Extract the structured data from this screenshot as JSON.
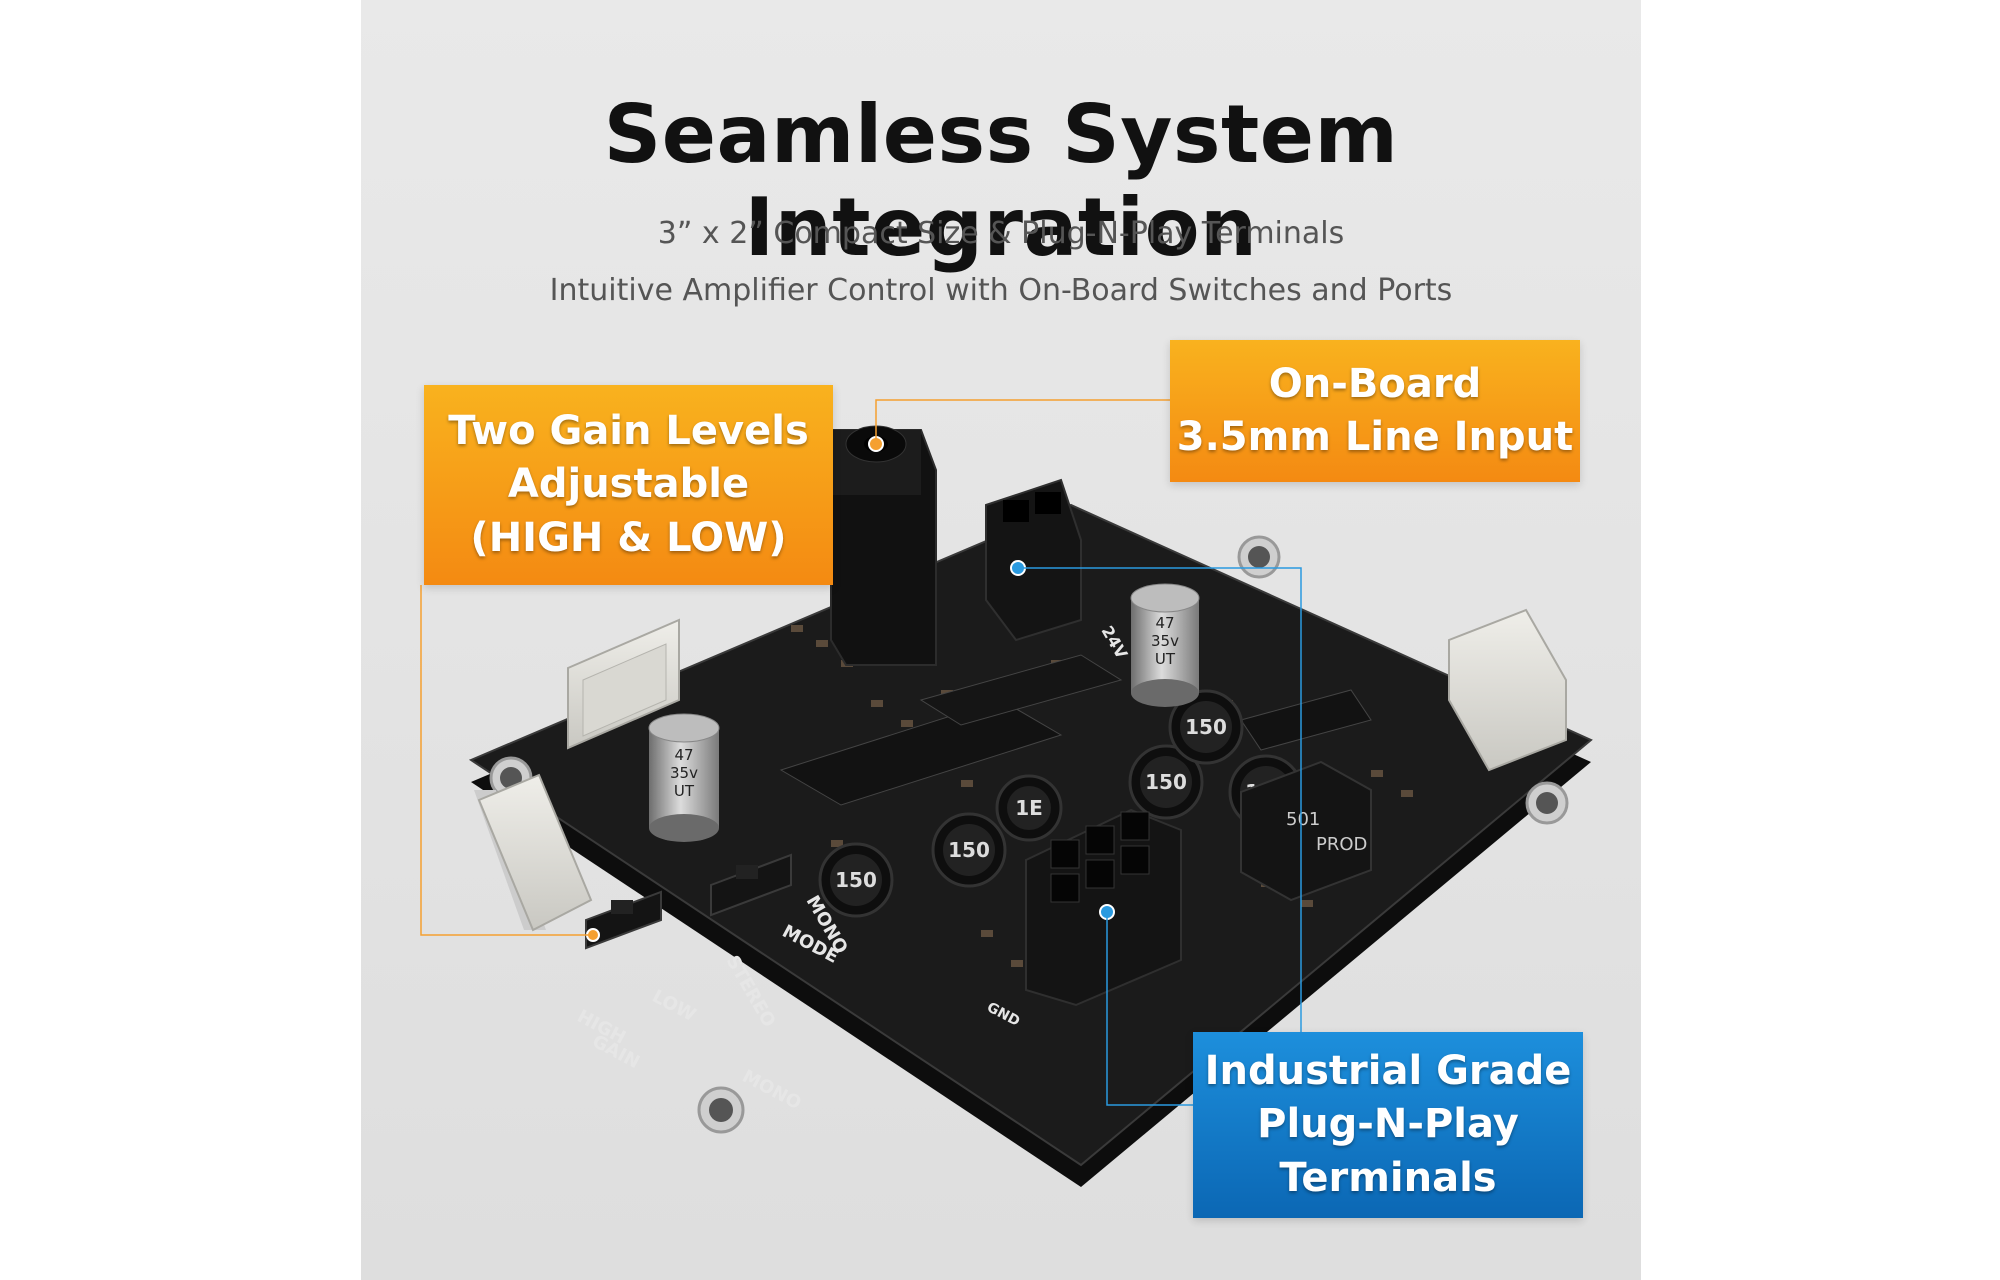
{
  "title": "Seamless System Integration",
  "subtitle_lines": [
    "3” x 2” Compact Size & Plug-N-Play Terminals",
    "Intuitive Amplifier Control with On-Board Switches and Ports"
  ],
  "callouts": {
    "gain": [
      "Two Gain Levels",
      "Adjustable",
      "(HIGH & LOW)"
    ],
    "line_input": [
      "On-Board",
      "3.5mm Line Input"
    ],
    "terminals": [
      "Industrial Grade",
      "Plug-N-Play",
      "Terminals"
    ]
  },
  "colors": {
    "callout_orange": "#f59a16",
    "callout_blue": "#0f78c8",
    "leader_orange": "#f5a030",
    "leader_blue": "#2a9ae0",
    "board": "#1b1b1b"
  },
  "board_labels": {
    "gain": "GAIN",
    "high": "HIGH",
    "low": "LOW",
    "stereo": "STEREO",
    "mono": "MONO",
    "mode": "MODE",
    "gnd": "GND",
    "inductor": "150",
    "inductor_small": "1E",
    "cap_value": "47",
    "cap_voltage": "35v",
    "cap_series": "UT",
    "voltage": "24V",
    "pwr_mark": "501",
    "prod": "PROD"
  }
}
